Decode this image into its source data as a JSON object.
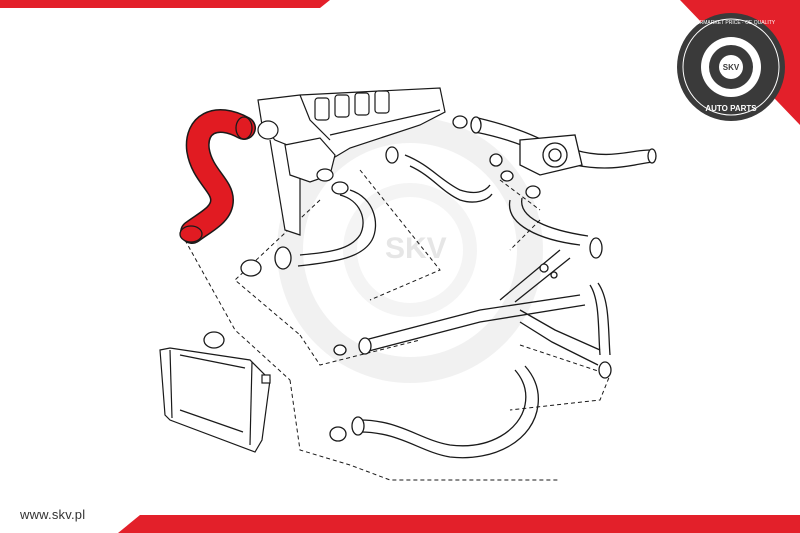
{
  "brand": {
    "url": "www.skv.pl",
    "logo_text": "SKV",
    "badge_ring_text": "AFTERMARKET PRICE · OE QUALITY",
    "badge_lower_text": "AUTO PARTS",
    "watermark": "SKV"
  },
  "colors": {
    "accent": "#e3202a",
    "highlight_hose": "#e11b22",
    "line": "#1a1a1a",
    "badge_dark": "#3a3a3a",
    "watermark": "#e9e9e9"
  },
  "diagram": {
    "highlighted_part": "upper-radiator-hose",
    "icons": [
      "engine-block-icon",
      "thermostat-housing-icon",
      "radiator-icon",
      "hose-clamp-icon",
      "pipe-icon"
    ]
  }
}
